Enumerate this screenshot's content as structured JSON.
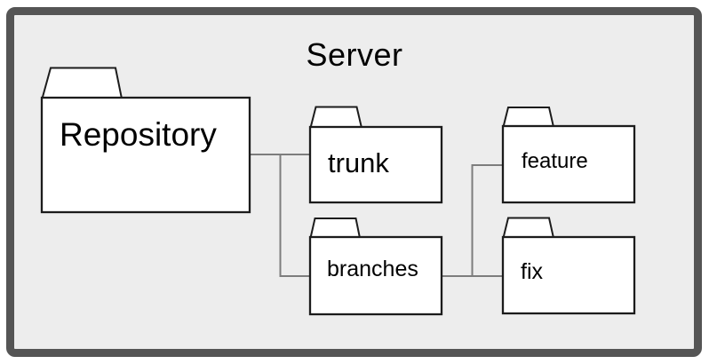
{
  "server": {
    "label": "Server"
  },
  "folders": [
    {
      "id": "repository",
      "label": "Repository"
    },
    {
      "id": "trunk",
      "label": "trunk"
    },
    {
      "id": "branches",
      "label": "branches"
    },
    {
      "id": "feature",
      "label": "feature"
    },
    {
      "id": "fix",
      "label": "fix"
    }
  ],
  "edges": [
    {
      "from": "Repository",
      "to": "trunk"
    },
    {
      "from": "Repository",
      "to": "branches"
    },
    {
      "from": "branches",
      "to": "feature"
    },
    {
      "from": "branches",
      "to": "fix"
    }
  ],
  "colors": {
    "frame_border": "#555555",
    "frame_background": "#ededed",
    "folder_fill": "#ffffff",
    "folder_stroke": "#1c1c1c",
    "connector": "#7d7d7d",
    "text": "#000000"
  }
}
